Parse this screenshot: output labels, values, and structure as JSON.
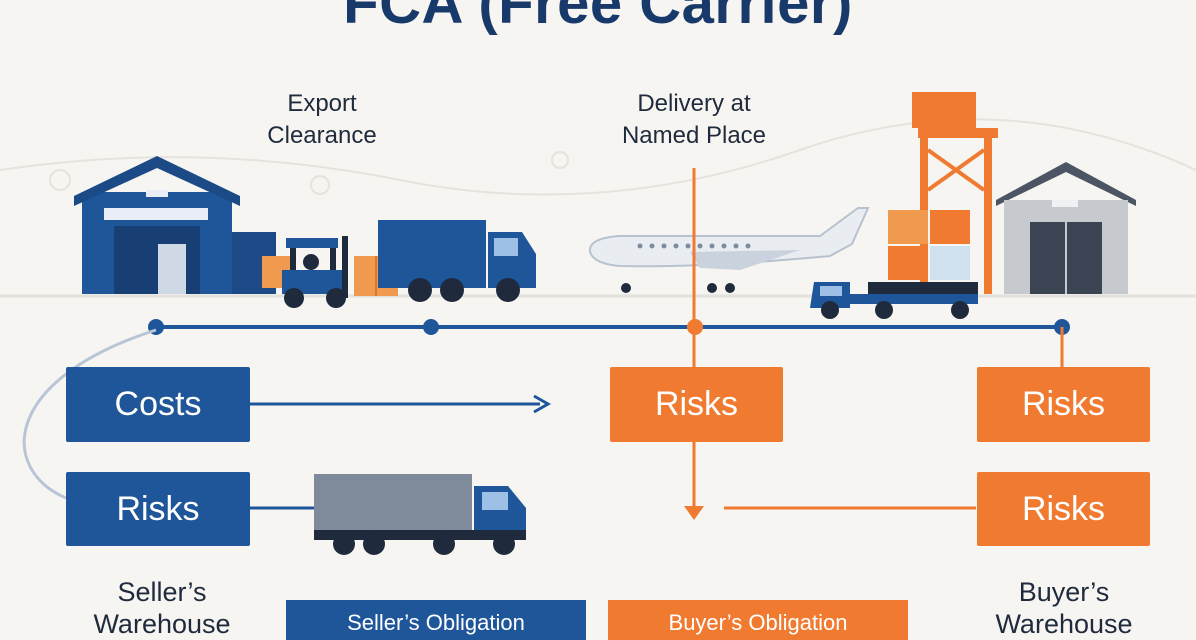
{
  "title": "FCA (Free Carrier)",
  "captions": {
    "export": "Export\nClearance",
    "delivery": "Delivery at\nNamed Place"
  },
  "boxes": {
    "seller_costs": "Costs",
    "seller_risks": "Risks",
    "mid_risks": "Risks",
    "buyer_risks_top": "Risks",
    "buyer_risks_bottom": "Risks"
  },
  "locations": {
    "seller": "Seller’s\nWarehouse",
    "buyer": "Buyer’s\nWarehouse"
  },
  "legend": {
    "seller": "Seller’s Obligation",
    "buyer": "Buyer’s Obligation"
  },
  "colors": {
    "seller_blue": "#1f569a",
    "buyer_orange": "#ef7a30",
    "title_navy": "#173a6b"
  },
  "icons": [
    "warehouse-icon",
    "forklift-icon",
    "truck-icon",
    "airplane-icon",
    "port-crane-icon",
    "container-icon"
  ]
}
